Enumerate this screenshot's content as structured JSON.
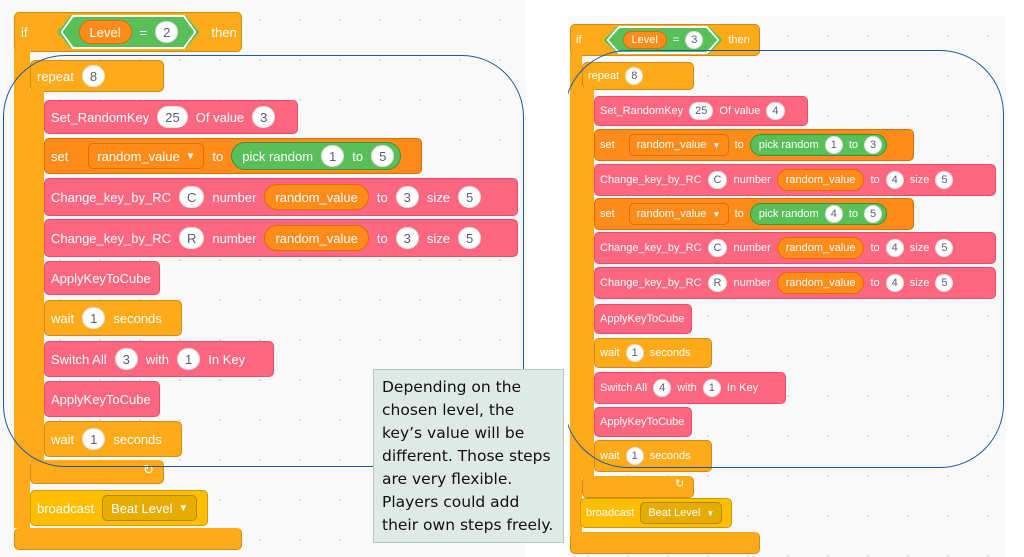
{
  "left": {
    "if_label": "if",
    "level_var": "Level",
    "eq": "=",
    "level_value": "2",
    "then_label": "then",
    "repeat_label": "repeat",
    "repeat_count": "8",
    "set_random_key": {
      "label": "Set_RandomKey",
      "key": "25",
      "of_label": "Of value",
      "value": "3"
    },
    "set": {
      "label": "set",
      "variable": "random_value",
      "to": "to",
      "pick_label": "pick random",
      "from": "1",
      "to_label": "to",
      "to_value": "5"
    },
    "change_c": {
      "label": "Change_key_by_RC",
      "rc": "C",
      "number_label": "number",
      "var": "random_value",
      "to": "to",
      "to_value": "3",
      "size_label": "size",
      "size": "5"
    },
    "change_r": {
      "label": "Change_key_by_RC",
      "rc": "R",
      "number_label": "number",
      "var": "random_value",
      "to": "to",
      "to_value": "3",
      "size_label": "size",
      "size": "5"
    },
    "apply1": "ApplyKeyToCube",
    "wait1": {
      "label": "wait",
      "value": "1",
      "unit": "seconds"
    },
    "switch": {
      "label": "Switch All",
      "a": "3",
      "with_label": "with",
      "b": "1",
      "in_key": "In Key"
    },
    "apply2": "ApplyKeyToCube",
    "wait2": {
      "label": "wait",
      "value": "1",
      "unit": "seconds"
    },
    "loop_arrow": "↻",
    "broadcast": {
      "label": "broadcast",
      "message": "Beat Level"
    }
  },
  "right": {
    "if_label": "if",
    "level_var": "Level",
    "eq": "=",
    "level_value": "3",
    "then_label": "then",
    "repeat_label": "repeat",
    "repeat_count": "8",
    "set_random_key": {
      "label": "Set_RandomKey",
      "key": "25",
      "of_label": "Of value",
      "value": "4"
    },
    "set1": {
      "label": "set",
      "variable": "random_value",
      "to": "to",
      "pick_label": "pick random",
      "from": "1",
      "to_label": "to",
      "to_value": "3"
    },
    "change_c1": {
      "label": "Change_key_by_RC",
      "rc": "C",
      "number_label": "number",
      "var": "random_value",
      "to": "to",
      "to_value": "4",
      "size_label": "size",
      "size": "5"
    },
    "set2": {
      "label": "set",
      "variable": "random_value",
      "to": "to",
      "pick_label": "pick random",
      "from": "4",
      "to_label": "to",
      "to_value": "5"
    },
    "change_c2": {
      "label": "Change_key_by_RC",
      "rc": "C",
      "number_label": "number",
      "var": "random_value",
      "to": "to",
      "to_value": "4",
      "size_label": "size",
      "size": "5"
    },
    "change_r": {
      "label": "Change_key_by_RC",
      "rc": "R",
      "number_label": "number",
      "var": "random_value",
      "to": "to",
      "to_value": "4",
      "size_label": "size",
      "size": "5"
    },
    "apply1": "ApplyKeyToCube",
    "wait1": {
      "label": "wait",
      "value": "1",
      "unit": "seconds"
    },
    "switch": {
      "label": "Switch All",
      "a": "4",
      "with_label": "with",
      "b": "1",
      "in_key": "In Key"
    },
    "apply2": "ApplyKeyToCube",
    "wait2": {
      "label": "wait",
      "value": "1",
      "unit": "seconds"
    },
    "loop_arrow": "↻",
    "broadcast": {
      "label": "broadcast",
      "message": "Beat Level"
    }
  },
  "note": "Depending on the chosen level, the key’s value will be different. Those steps are very flexible. Players could add their own steps freely.",
  "colors": {
    "control": "#ffab19",
    "custom": "#ff6680",
    "operator": "#59c059",
    "variable": "#ff8c1a",
    "event": "#ffbf00",
    "outline": "#1c5aa6",
    "note_bg": "#dfe9e6"
  }
}
